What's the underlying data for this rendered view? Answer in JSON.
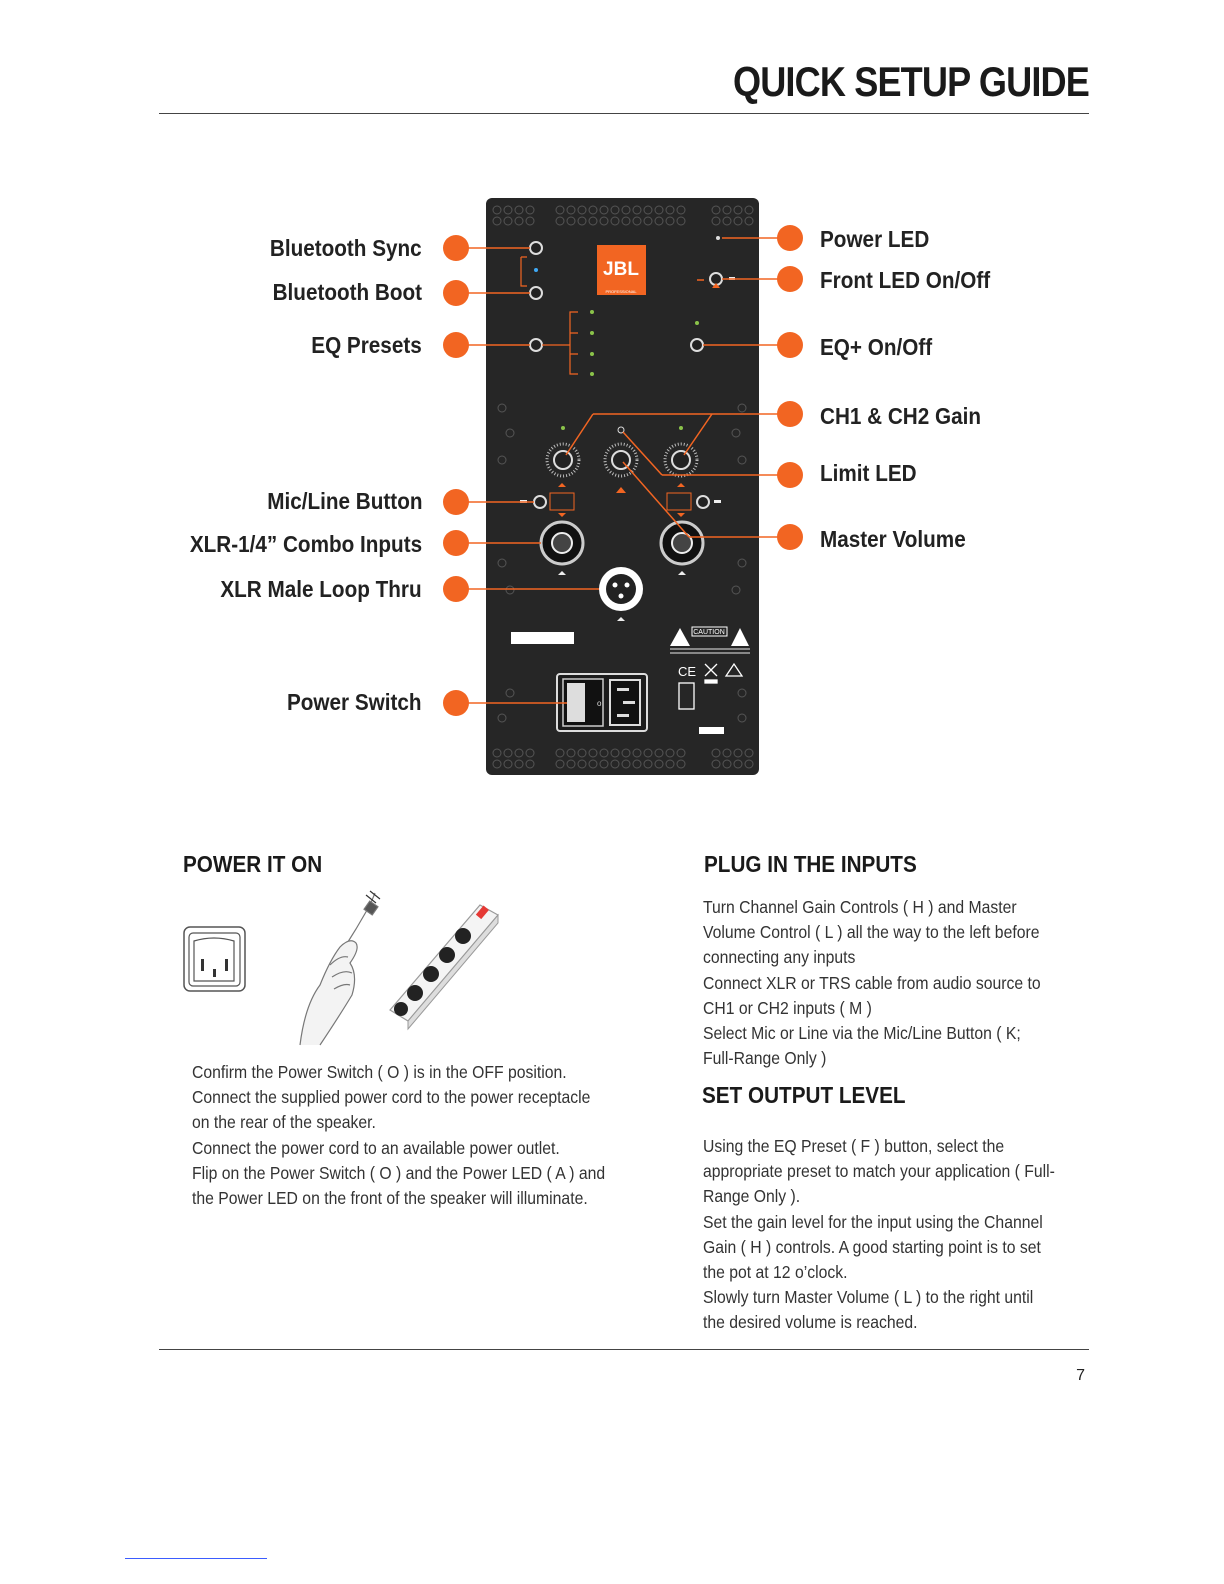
{
  "header": {
    "title": "QUICK SETUP GUIDE"
  },
  "panel": {
    "brand": "JBL",
    "brand_sub": "PROFESSIONAL",
    "caution": "CAUTION",
    "accent_color": "#f26522",
    "panel_color": "#262626"
  },
  "callouts_left": [
    "Bluetooth Sync",
    "Bluetooth Boot",
    "EQ Presets",
    "Mic/Line Button",
    "XLR-1/4” Combo Inputs",
    "XLR Male Loop Thru",
    "Power Switch"
  ],
  "callouts_right": [
    "Power LED",
    "Front LED On/Off",
    "EQ+ On/Off",
    "CH1 & CH2 Gain",
    "Limit LED",
    "Master Volume"
  ],
  "sections": {
    "power": {
      "heading": "POWER IT ON",
      "lines": [
        "Confirm the Power Switch ( O ) is in the OFF position.",
        "Connect the supplied power cord to the power receptacle",
        "on the rear of the speaker.",
        "Connect the power cord to an available power outlet.",
        "Flip on the Power Switch ( O ) and the Power LED ( A ) and",
        "the Power LED on the front of the speaker will illuminate."
      ]
    },
    "inputs": {
      "heading": "PLUG IN THE INPUTS",
      "lines": [
        "Turn Channel Gain Controls ( H ) and Master",
        "Volume Control ( L ) all the way to the left before",
        "connecting any inputs",
        "Connect XLR or TRS cable from audio source to",
        "CH1 or CH2 inputs ( M )",
        "Select Mic or Line via the Mic/Line Button ( K;",
        "Full-Range Only )"
      ]
    },
    "output": {
      "heading": "SET OUTPUT LEVEL",
      "lines": [
        "Using the EQ Preset ( F ) button, select the",
        "appropriate preset to match your application ( Full-",
        "Range Only ).",
        "Set the gain level for the input using the Channel",
        "Gain ( H ) controls. A good starting point is to set",
        "the pot at 12 o’clock.",
        "Slowly turn Master Volume ( L ) to the right until",
        "the desired volume is reached."
      ]
    }
  },
  "footer": {
    "page_number": "7"
  }
}
